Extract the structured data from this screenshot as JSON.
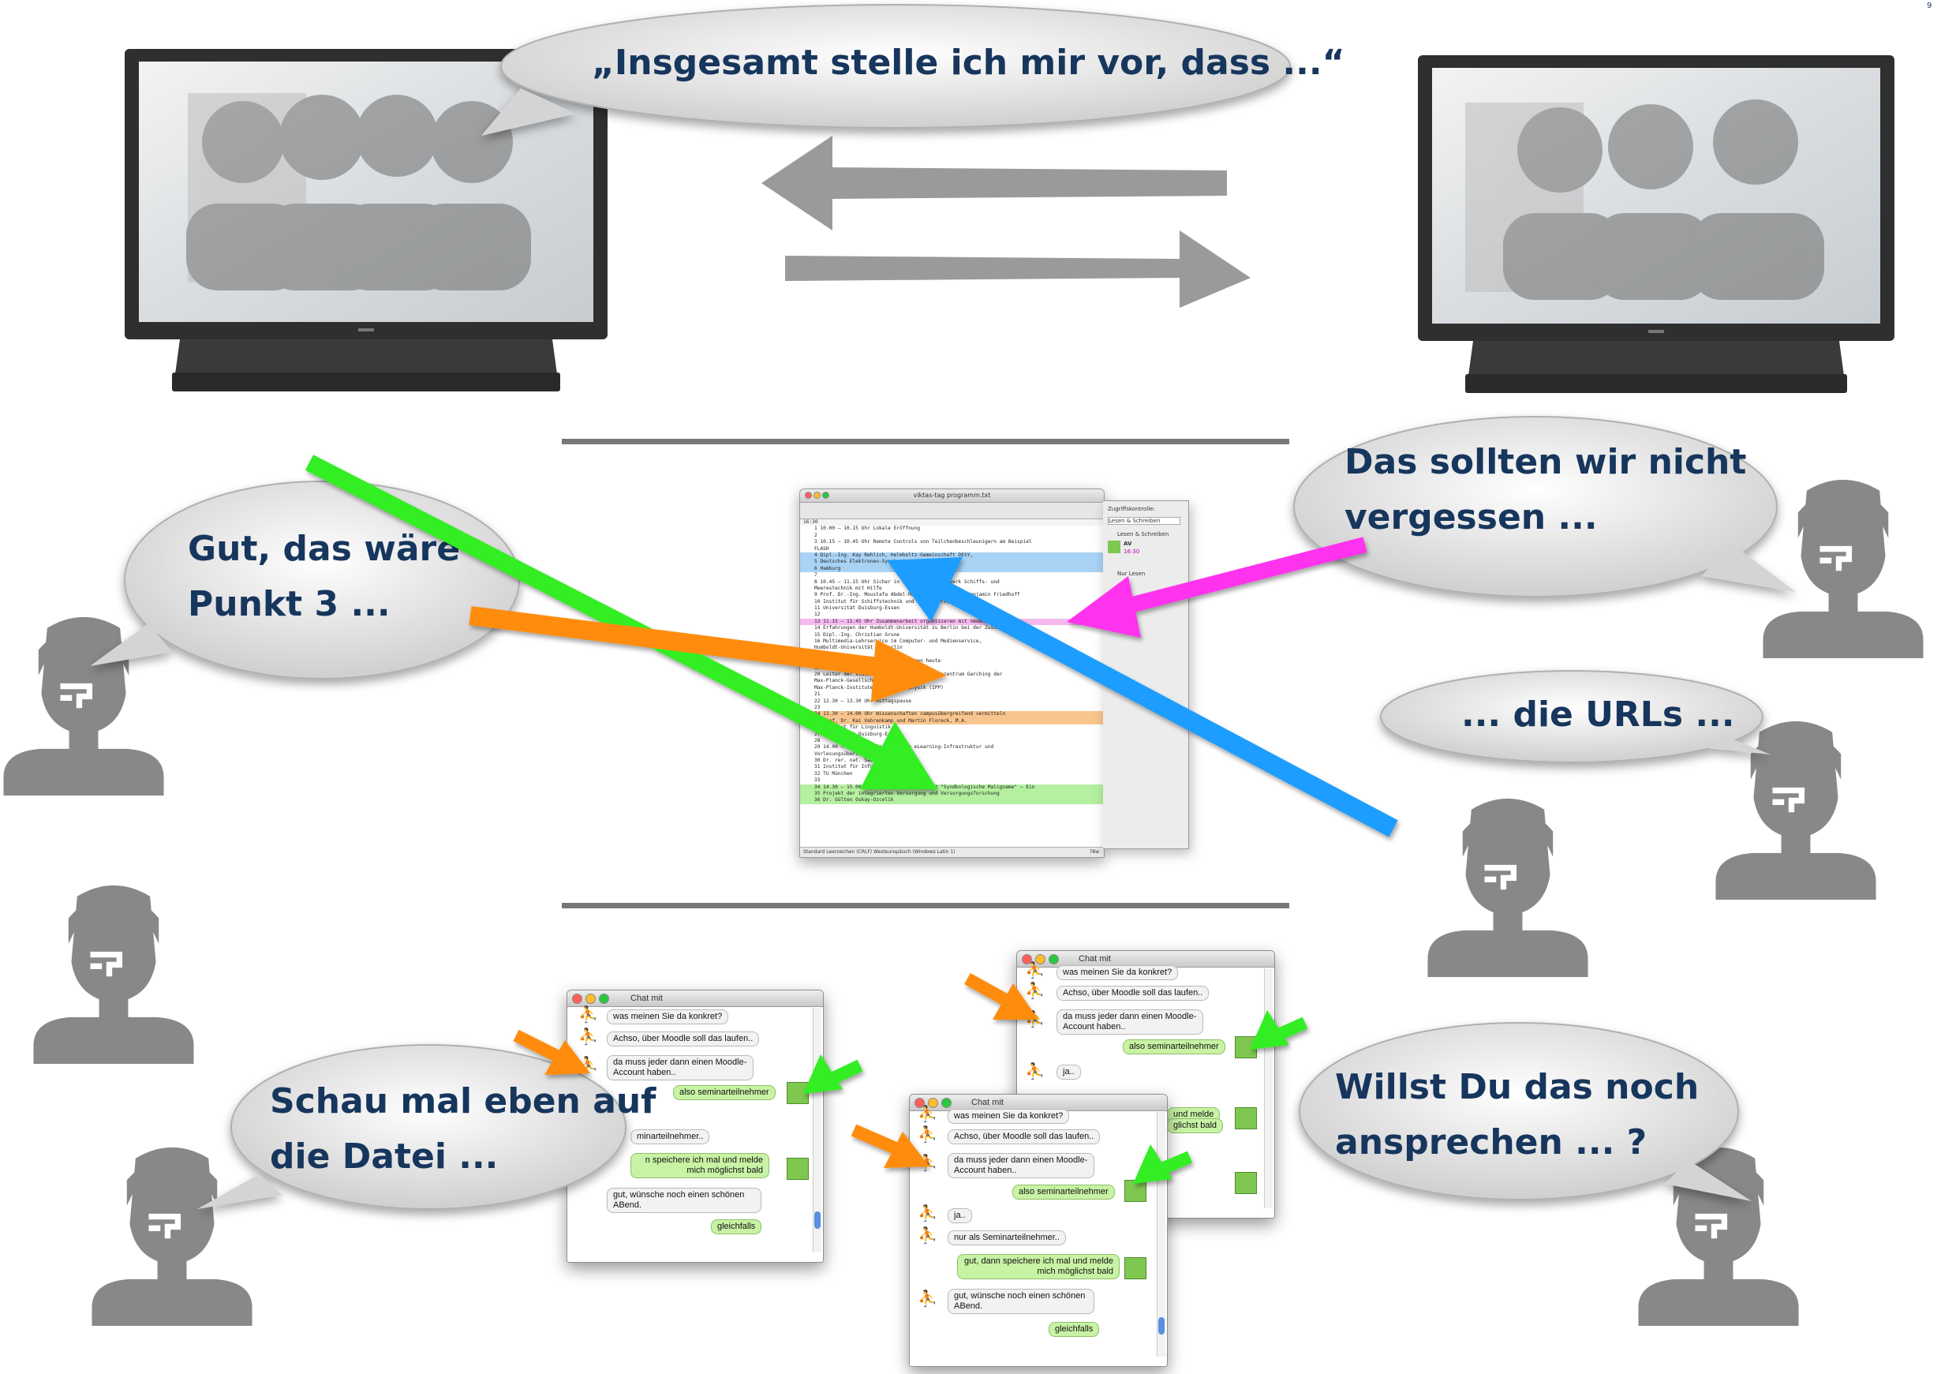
{
  "page_number": "9",
  "bubbles": {
    "top": "„Insgesamt stelle ich mir vor, dass ...“",
    "left_mid": [
      "Gut, das wäre",
      "Punkt 3 ..."
    ],
    "right_mid": [
      "Das sollten wir nicht",
      "vergessen ..."
    ],
    "right_urls": "... die URLs ...",
    "left_bottom": [
      "Schau mal eben auf",
      "die Datei ..."
    ],
    "right_bottom": [
      "Willst Du das noch",
      "ansprechen ... ?"
    ]
  },
  "editor": {
    "title": "viktas-tag programm.txt",
    "time": "16:30",
    "lines": [
      {
        "t": "1 10.00 – 10.15 Uhr   Lokale Eröffnung",
        "hl": ""
      },
      {
        "t": "2",
        "hl": ""
      },
      {
        "t": "3 10.15 – 10.45 Uhr   Remote Controls von Teilchenbeschleunigern am Beispiel",
        "hl": ""
      },
      {
        "t": "  FLASH",
        "hl": ""
      },
      {
        "t": "4 Dipl.-Ing. Kay Rehlich, Helmholtz-Gemeinschaft DESY,",
        "hl": "blue"
      },
      {
        "t": "5 Deutsches Elektronen-Synchrotron",
        "hl": "blue"
      },
      {
        "t": "6 Hamburg",
        "hl": "blue"
      },
      {
        "t": "7",
        "hl": ""
      },
      {
        "t": "8 10.45 – 11.15 Uhr   Sicher in 20 Jahre im Netzwerk Schiffs- und",
        "hl": ""
      },
      {
        "t": "  Meerestechnik mit Hilfe",
        "hl": ""
      },
      {
        "t": "9 Prof. Dr.-Ing. Moustafa Abdel-Maksoud, Dipl.-Ing. Benjamin Friedhoff",
        "hl": ""
      },
      {
        "t": "10 Institut für Schiffstechnik und Transportsysteme (IST)",
        "hl": ""
      },
      {
        "t": "11 Universität Duisburg-Essen",
        "hl": ""
      },
      {
        "t": "12",
        "hl": ""
      },
      {
        "t": "13 11.15 – 11.45 Uhr   Zusammenarbeit organisieren mit neuen Medien –",
        "hl": "pink"
      },
      {
        "t": "14 Erfahrungen der Humboldt-Universität zu Berlin bei der Zusammenarbeit",
        "hl": ""
      },
      {
        "t": "15 Dipl.-Ing. Christian Grune",
        "hl": ""
      },
      {
        "t": "16 Multimedia-Lehrservice im Computer- und Medienservice,",
        "hl": ""
      },
      {
        "t": "   Humboldt-Universität zu Berlin",
        "hl": ""
      },
      {
        "t": "17",
        "hl": ""
      },
      {
        "t": "18 11.45 – 12.30 Uhr   Videokonferenzen heute",
        "hl": ""
      },
      {
        "t": "19 Dr. Ulrich Schwenn",
        "hl": ""
      },
      {
        "t": "20 Leiter der Videokonferenzgruppe am Rechenzentrum Garching der",
        "hl": ""
      },
      {
        "t": "   Max-Planck-Gesellschaft (MPG) und des",
        "hl": ""
      },
      {
        "t": "   Max-Planck-Institutes für Plasmaphysik (IPP)",
        "hl": ""
      },
      {
        "t": "21",
        "hl": ""
      },
      {
        "t": "22 12.30 – 13.30 Uhr   Mittagspause",
        "hl": ""
      },
      {
        "t": "23",
        "hl": ""
      },
      {
        "t": "24 13.30 – 14.00 Uhr   Wissenschaften campusübergreifend vermitteln",
        "hl": "orange"
      },
      {
        "t": "25 Prof. Dr. Kai Vahrenkamp und Martin Floreck, M.A.",
        "hl": "orange"
      },
      {
        "t": "26 Institut für Linguistik",
        "hl": ""
      },
      {
        "t": "27 Universität Duisburg-Essen",
        "hl": ""
      },
      {
        "t": "28",
        "hl": ""
      },
      {
        "t": "29 14.00 – 14.30 Uhr   Integrierten eLearning-Infrastruktur und",
        "hl": ""
      },
      {
        "t": "   Vorlesungsübertragung mit Moodle",
        "hl": ""
      },
      {
        "t": "30 Dr. rer. nat. Sabine Rathmayer",
        "hl": ""
      },
      {
        "t": "31 Institut für Informatik,",
        "hl": ""
      },
      {
        "t": "32 TU München",
        "hl": ""
      },
      {
        "t": "33",
        "hl": ""
      },
      {
        "t": "34 14.30 – 15.00 Uhr   Online-Tumorkonferenz \"Syndkologische Maligname\" – Ein",
        "hl": "green"
      },
      {
        "t": "35 Projekt der integrierten Versorgung und Versorgungsforschung",
        "hl": "green"
      },
      {
        "t": "36 Dr. Gülten Oskay-Özcelik",
        "hl": "green"
      }
    ],
    "status": "Standard      Leerzeichen (CRLF)  Westeuropäisch (Windows Latin 1)",
    "status_right": "78w",
    "side": {
      "label_access": "Zugriffskontrolle:",
      "option": "Lesen & Schreiben",
      "item1": "Lesen & Schreiben",
      "user": "AV",
      "user_time": "16:30",
      "item2": "Nur Lesen"
    }
  },
  "chat": {
    "title": "Chat mit",
    "m1": "was meinen Sie da konkret?",
    "m2": "Achso, über Moodle soll das laufen..",
    "m3": "da muss jeder dann einen Moodle-Account haben..",
    "m4": "also seminarteilnehmer",
    "m5": "ja..",
    "m6": "nur als Seminarteilnehmer..",
    "m7": "gut, dann speichere ich mal und melde mich möglichst bald",
    "m8": "gut, wünsche noch einen schönen ABend.",
    "m9": "gleichfalls",
    "partial_a": "minarteilnehmer..",
    "partial_b": "n speichere ich mal und melde",
    "partial_c": "mich möglichst bald",
    "partial_d": "gut, wünsche noch einen schönen",
    "partial_e": "ABend.",
    "partial_f": "und melde",
    "partial_g": "glichst bald"
  },
  "colors": {
    "bubble_text": "#17365d",
    "arrow_gray": "#9a9a9a",
    "person_gray": "#888888",
    "green": "#33ee22",
    "orange": "#ff8c0a",
    "magenta": "#ff33ee",
    "blue": "#1a9dff"
  }
}
